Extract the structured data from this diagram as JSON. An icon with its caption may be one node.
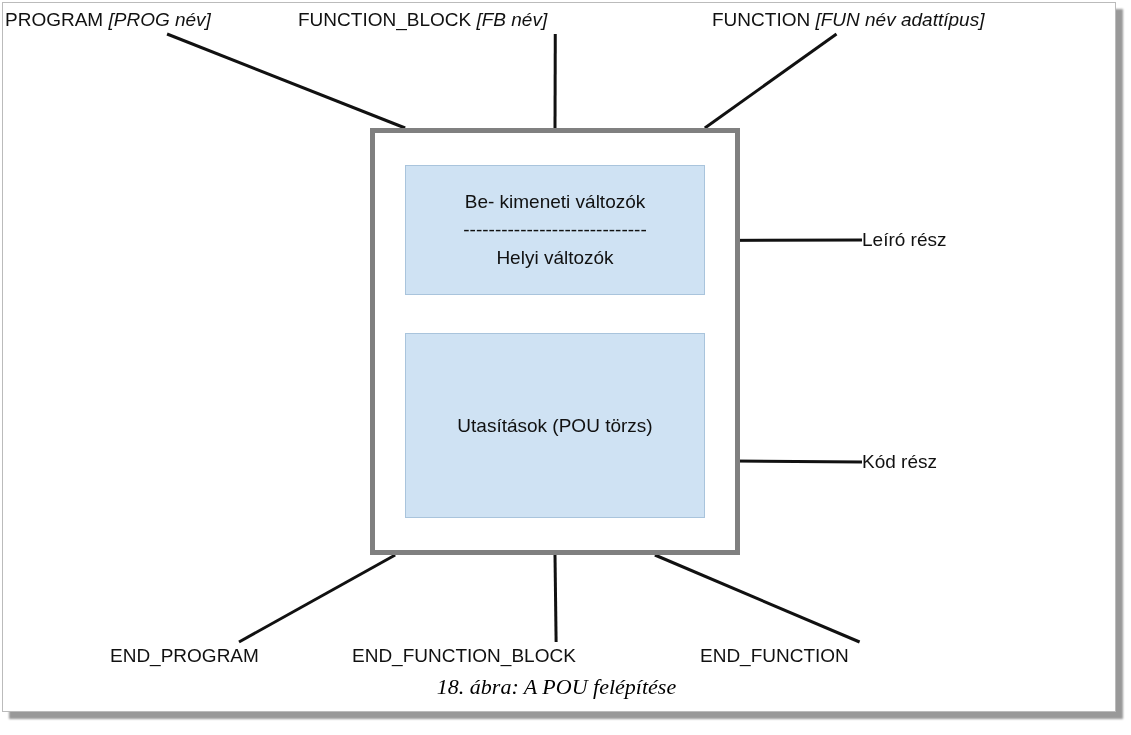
{
  "diagram": {
    "caption": "18. ábra: A POU felépítése",
    "nodes": [
      {
        "text": [
          "PROGRAM *[PROG név]*"
        ]
      },
      {
        "text": [
          "FUNCTION_BLOCK *[FB név]*"
        ]
      },
      {
        "text": [
          "FUNCTION *[FUN név adattípus]*"
        ]
      },
      {
        "text": [],
        "shape": "box"
      },
      {
        "text": [
          "Be- kimeneti változók",
          "-----------------------------",
          "Helyi változók"
        ],
        "in": 3
      },
      {
        "text": [
          "Leíró rész"
        ]
      },
      {
        "text": [
          "Utasítások (POU törzs)"
        ],
        "in": 3
      },
      {
        "text": [
          "Kód rész"
        ]
      },
      {
        "text": [
          "END_PROGRAM"
        ]
      },
      {
        "text": [
          "END_FUNCTION_BLOCK"
        ]
      },
      {
        "text": [
          "END_FUNCTION"
        ]
      }
    ],
    "edges": [
      {
        "from": 0,
        "to": 3,
        "arrow": "none"
      },
      {
        "from": 1,
        "to": 3,
        "arrow": "none"
      },
      {
        "from": 2,
        "to": 3,
        "arrow": "none"
      },
      {
        "from": 5,
        "to": 4,
        "arrow": "none"
      },
      {
        "from": 7,
        "to": 6,
        "arrow": "none"
      },
      {
        "from": 8,
        "to": 3,
        "arrow": "none"
      },
      {
        "from": 9,
        "to": 3,
        "arrow": "none"
      },
      {
        "from": 10,
        "to": 3,
        "arrow": "none"
      }
    ]
  }
}
